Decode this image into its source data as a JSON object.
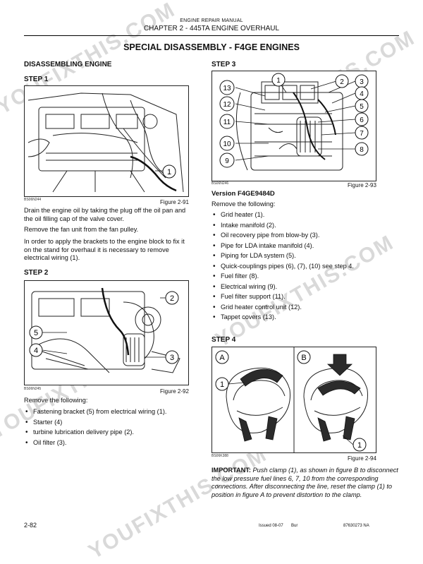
{
  "header": {
    "manual": "ENGINE REPAIR MANUAL",
    "chapter": "CHAPTER 2 - 445TA ENGINE OVERHAUL"
  },
  "title": "SPECIAL DISASSEMBLY - F4GE ENGINES",
  "left": {
    "section": "DISASSEMBLING ENGINE",
    "step1": {
      "heading": "STEP 1",
      "code": "BS06N244",
      "figure": "Figure 2-91",
      "callouts": [
        "1"
      ],
      "paras": [
        "Drain the engine oil by taking the plug off the oil pan and the oil filling cap of the valve cover.",
        "Remove the fan unit from the fan pulley.",
        "In order to apply the brackets to the engine block to fix it on the stand for overhaul it is necessary to remove electrical wiring (1)."
      ]
    },
    "step2": {
      "heading": "STEP 2",
      "code": "BS06N245",
      "figure": "Figure 2-92",
      "callouts": [
        "2",
        "5",
        "4",
        "3"
      ],
      "intro": "Remove the following:",
      "items": [
        "Fastening bracket (5) from electrical wiring (1).",
        "Starter (4)",
        "turbine lubrication delivery pipe (2).",
        "Oil filter (3)."
      ]
    }
  },
  "right": {
    "step3": {
      "heading": "STEP 3",
      "code": "BS06N246",
      "figure": "Figure 2-93",
      "callouts": [
        "1",
        "2",
        "3",
        "13",
        "4",
        "12",
        "5",
        "6",
        "11",
        "7",
        "10",
        "8",
        "9"
      ],
      "version": "Version F4GE9484D",
      "intro": "Remove the following:",
      "items": [
        "Grid heater (1).",
        "Intake manifold (2).",
        "Oil recovery pipe from blow-by (3).",
        "Pipe for LDA intake manifold (4).",
        "Piping for LDA system (5).",
        "Quick-couplings pipes (6), (7), (10) see step 4.",
        "Fuel filter (8).",
        "Electrical wiring (9).",
        "Fuel filter support (11).",
        "Grid heater control unit (12).",
        "Tappet covers (13)."
      ]
    },
    "step4": {
      "heading": "STEP 4",
      "code": "BS06K388",
      "figure": "Figure 2-94",
      "panel_a": "A",
      "panel_b": "B",
      "callouts": [
        "1",
        "1"
      ],
      "important_label": "IMPORTANT:",
      "important_text": "Push clamp (1), as shown in figure B to disconnect the low pressure fuel lines 6, 7, 10 from the corresponding connections. After disconnecting the line, reset the clamp (1) to position in figure A to prevent distortion to the clamp."
    }
  },
  "footer": {
    "page": "2-82",
    "issued": "Issued 08-07",
    "lang": "Bur",
    "partno": "87630273 NA"
  },
  "watermark": "YOUFIXTHIS.COM"
}
